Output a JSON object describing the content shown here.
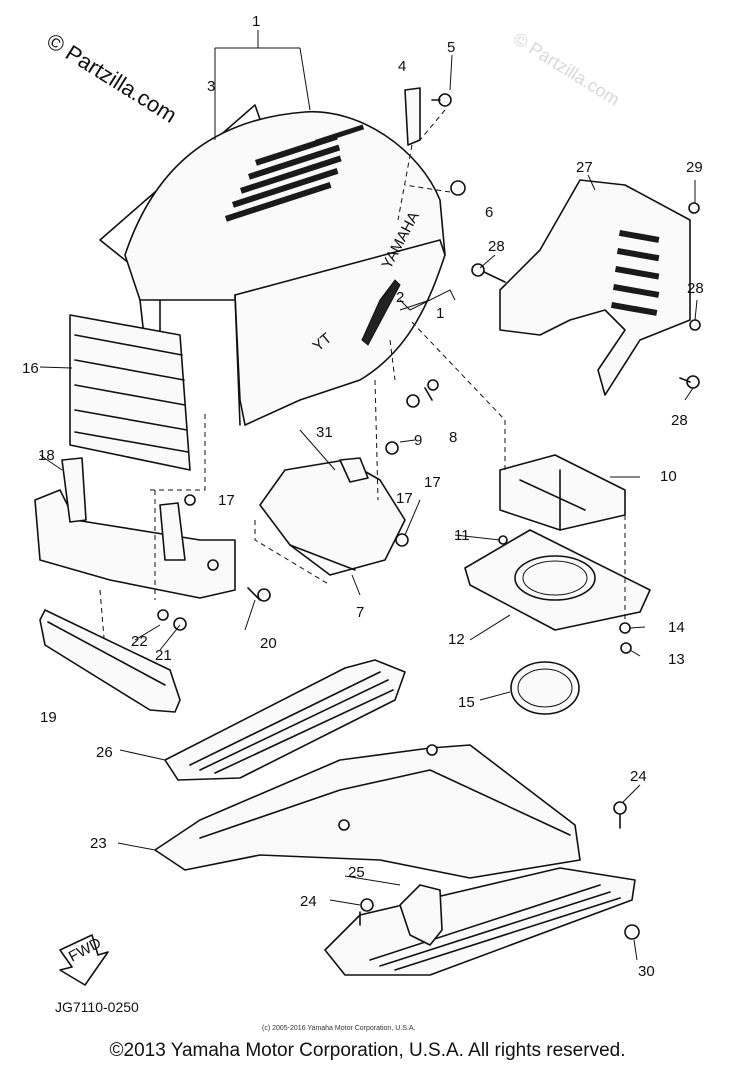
{
  "watermark": {
    "main": "© Partzilla.com",
    "faint": "© Partzilla.com"
  },
  "callouts": {
    "c1": "1",
    "c1b": "1",
    "c2": "2",
    "c3": "3",
    "c4": "4",
    "c5": "5",
    "c6": "6",
    "c7": "7",
    "c8": "8",
    "c9": "9",
    "c10": "10",
    "c11": "11",
    "c12": "12",
    "c13": "13",
    "c14": "14",
    "c15": "15",
    "c16": "16",
    "c17a": "17",
    "c17b": "17",
    "c17c": "17",
    "c18": "18",
    "c19": "19",
    "c20": "20",
    "c21": "21",
    "c22": "22",
    "c23": "23",
    "c24a": "24",
    "c24b": "24",
    "c25": "25",
    "c26": "26",
    "c27": "27",
    "c28a": "28",
    "c28b": "28",
    "c28c": "28",
    "c29": "29",
    "c30": "30",
    "c31": "31"
  },
  "hood_brand": "YAMAHA",
  "hood_model": "YT",
  "fwd_label": "FWD",
  "diagram_code": "JG7110-0250",
  "small_copyright": "(c) 2005-2016 Yamaha Motor Corporation, U.S.A.",
  "copyright": "©2013 Yamaha Motor Corporation, U.S.A. All rights reserved."
}
